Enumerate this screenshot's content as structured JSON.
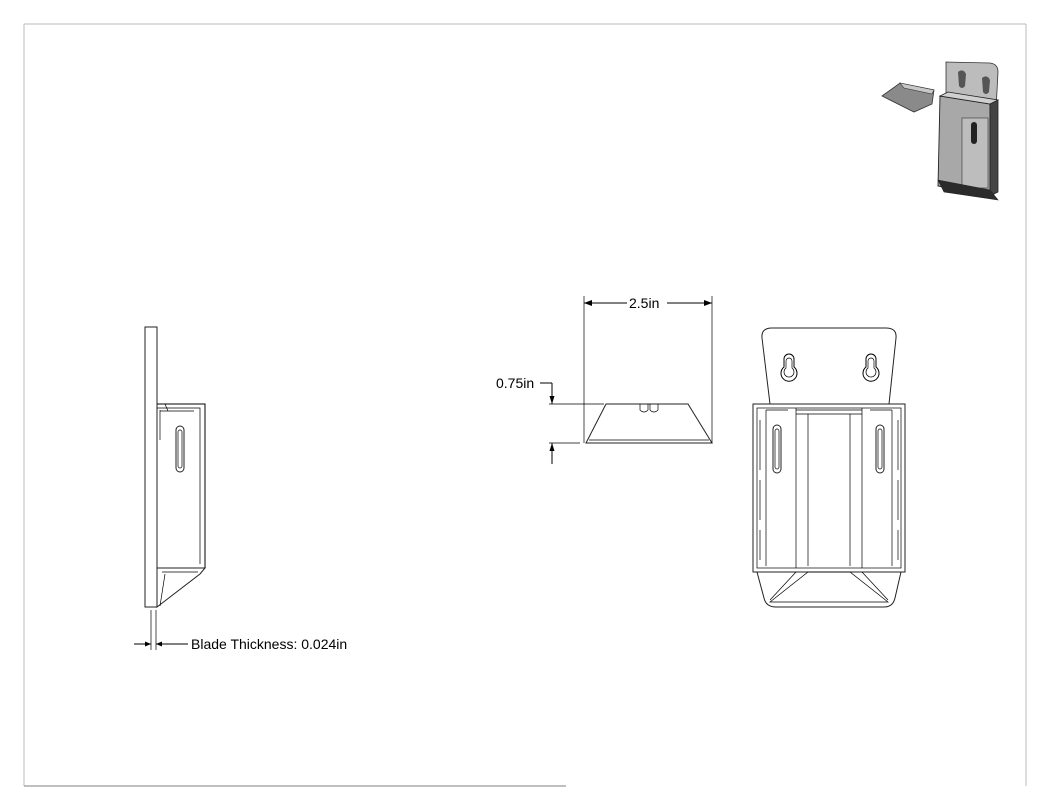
{
  "drawing": {
    "dimensions": {
      "blade_length": "2.5in",
      "blade_height": "0.75in",
      "blade_thickness": "Blade Thickness: 0.024in"
    },
    "colors": {
      "line": "#000000",
      "border": "#999999",
      "iso_dark": "#3a3a3a",
      "iso_mid": "#8a8a8a",
      "iso_light": "#c8c8c8"
    }
  }
}
